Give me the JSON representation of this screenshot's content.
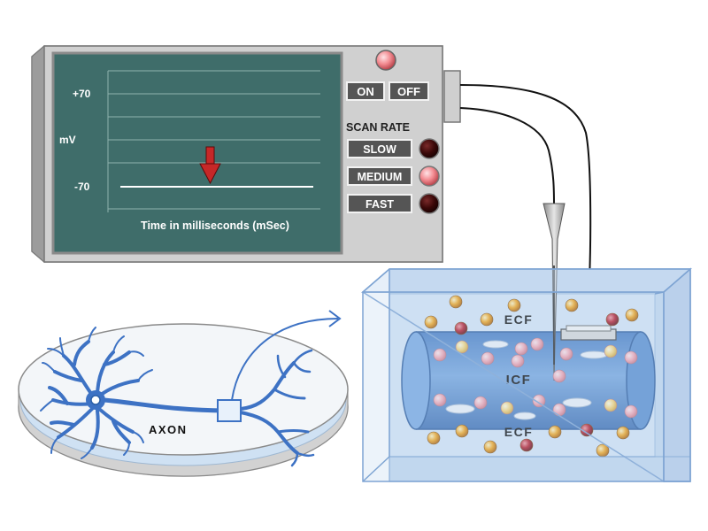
{
  "oscilloscope": {
    "y_axis_high": "+70",
    "y_axis_low": "-70",
    "y_axis_unit": "mV",
    "x_axis_label": "Time in milliseconds (mSec)",
    "power": {
      "on_label": "ON",
      "off_label": "OFF"
    },
    "scan_rate": {
      "title": "SCAN RATE",
      "options": [
        {
          "label": "SLOW",
          "active": false
        },
        {
          "label": "MEDIUM",
          "active": true
        },
        {
          "label": "FAST",
          "active": false
        }
      ]
    },
    "colors": {
      "screen": "#3f6d6a",
      "indicator_on": "#f28a90",
      "indicator_off": "#4a0f0f",
      "arrow": "#c62828"
    }
  },
  "dish": {
    "axon_label": "AXON",
    "neuron_color": "#3d72c4"
  },
  "axon_box": {
    "ecf_top_label": "ECF",
    "icf_label": "ICF",
    "ecf_bottom_label": "ECF",
    "colors": {
      "box": "#aac6e6",
      "axon": "#5b8fd0",
      "ion_orange": "#f0a020",
      "ion_red": "#b81e2c",
      "ion_pink": "#f0a6b0",
      "ion_yellow": "#f4d070"
    }
  }
}
